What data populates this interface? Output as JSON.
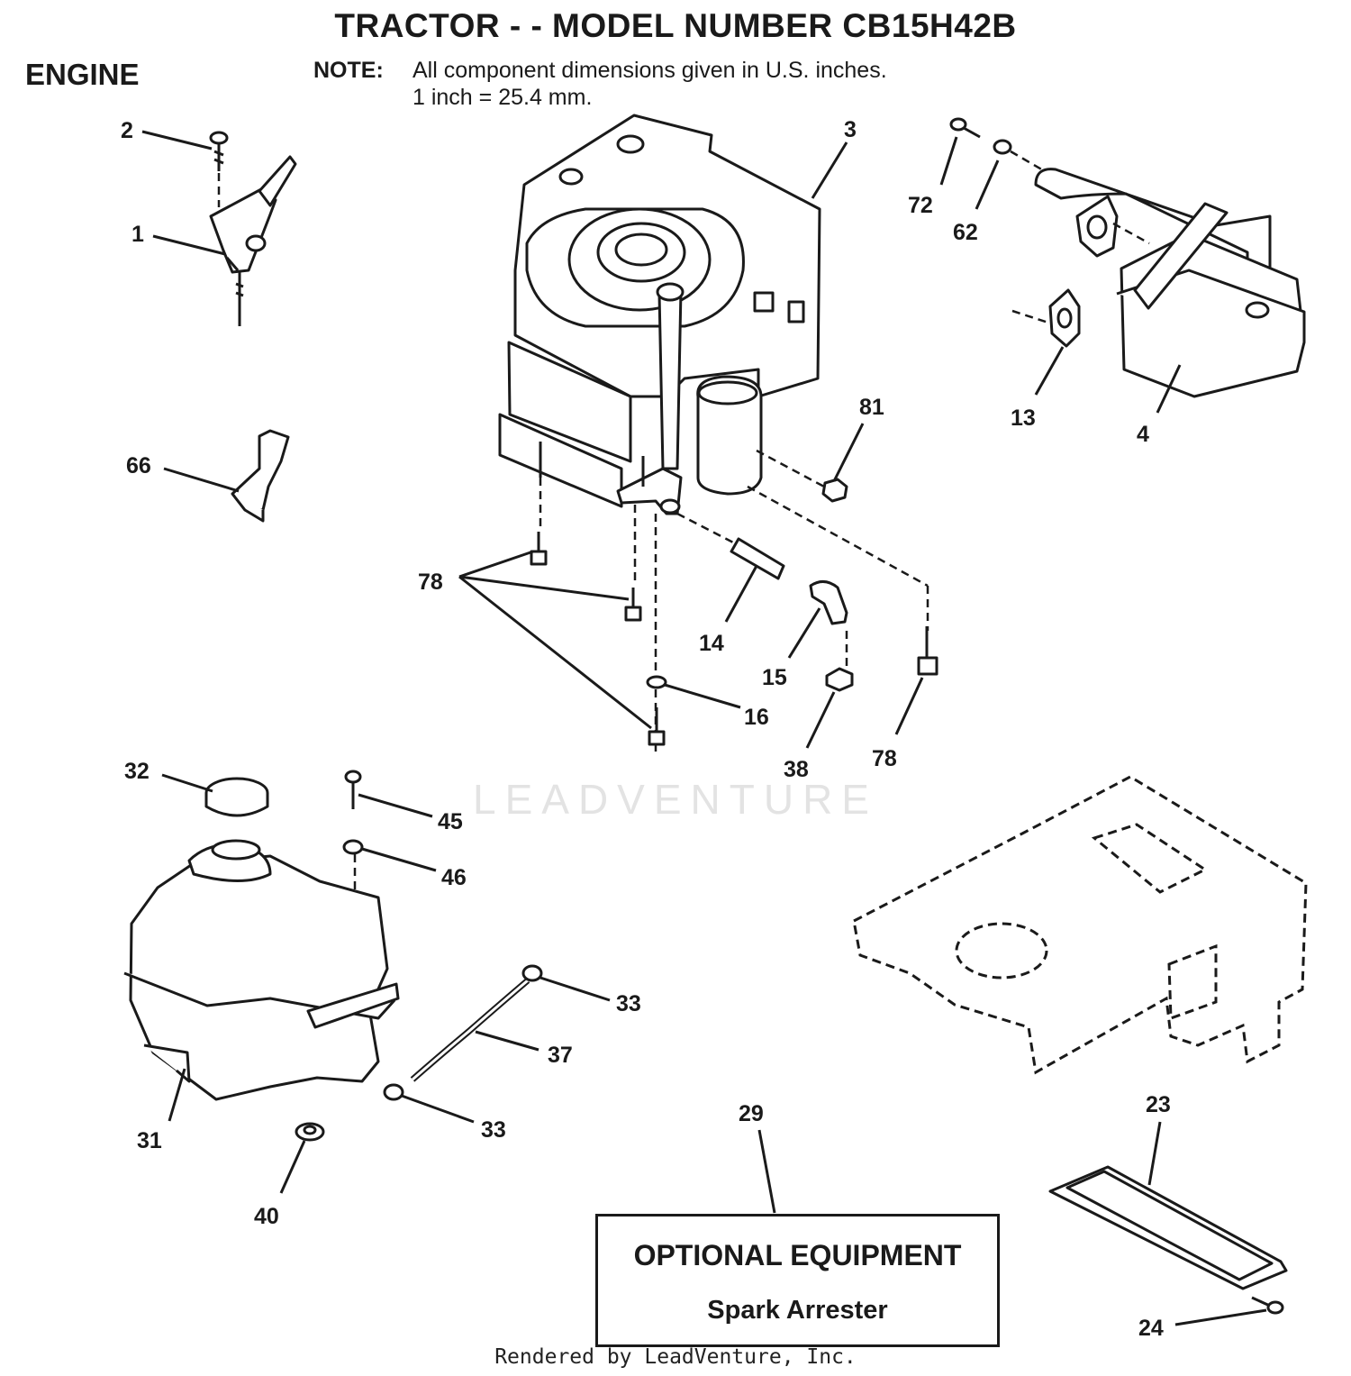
{
  "header": {
    "title": "TRACTOR - - MODEL NUMBER CB15H42B",
    "section": "ENGINE",
    "note_label": "NOTE:",
    "note_line1": "All component dimensions given in U.S. inches.",
    "note_line2": "1 inch = 25.4 mm."
  },
  "callouts": {
    "c1": "1",
    "c2": "2",
    "c3": "3",
    "c4": "4",
    "c13": "13",
    "c14": "14",
    "c15": "15",
    "c16": "16",
    "c23": "23",
    "c24": "24",
    "c29": "29",
    "c31": "31",
    "c32": "32",
    "c33a": "33",
    "c33b": "33",
    "c37": "37",
    "c38": "38",
    "c40": "40",
    "c45": "45",
    "c46": "46",
    "c62": "62",
    "c66": "66",
    "c72": "72",
    "c78a": "78",
    "c78b": "78",
    "c81": "81"
  },
  "optional_equipment": {
    "title": "OPTIONAL EQUIPMENT",
    "item": "Spark Arrester"
  },
  "watermark": "LEADVENTURE",
  "footer": "Rendered by LeadVenture, Inc."
}
